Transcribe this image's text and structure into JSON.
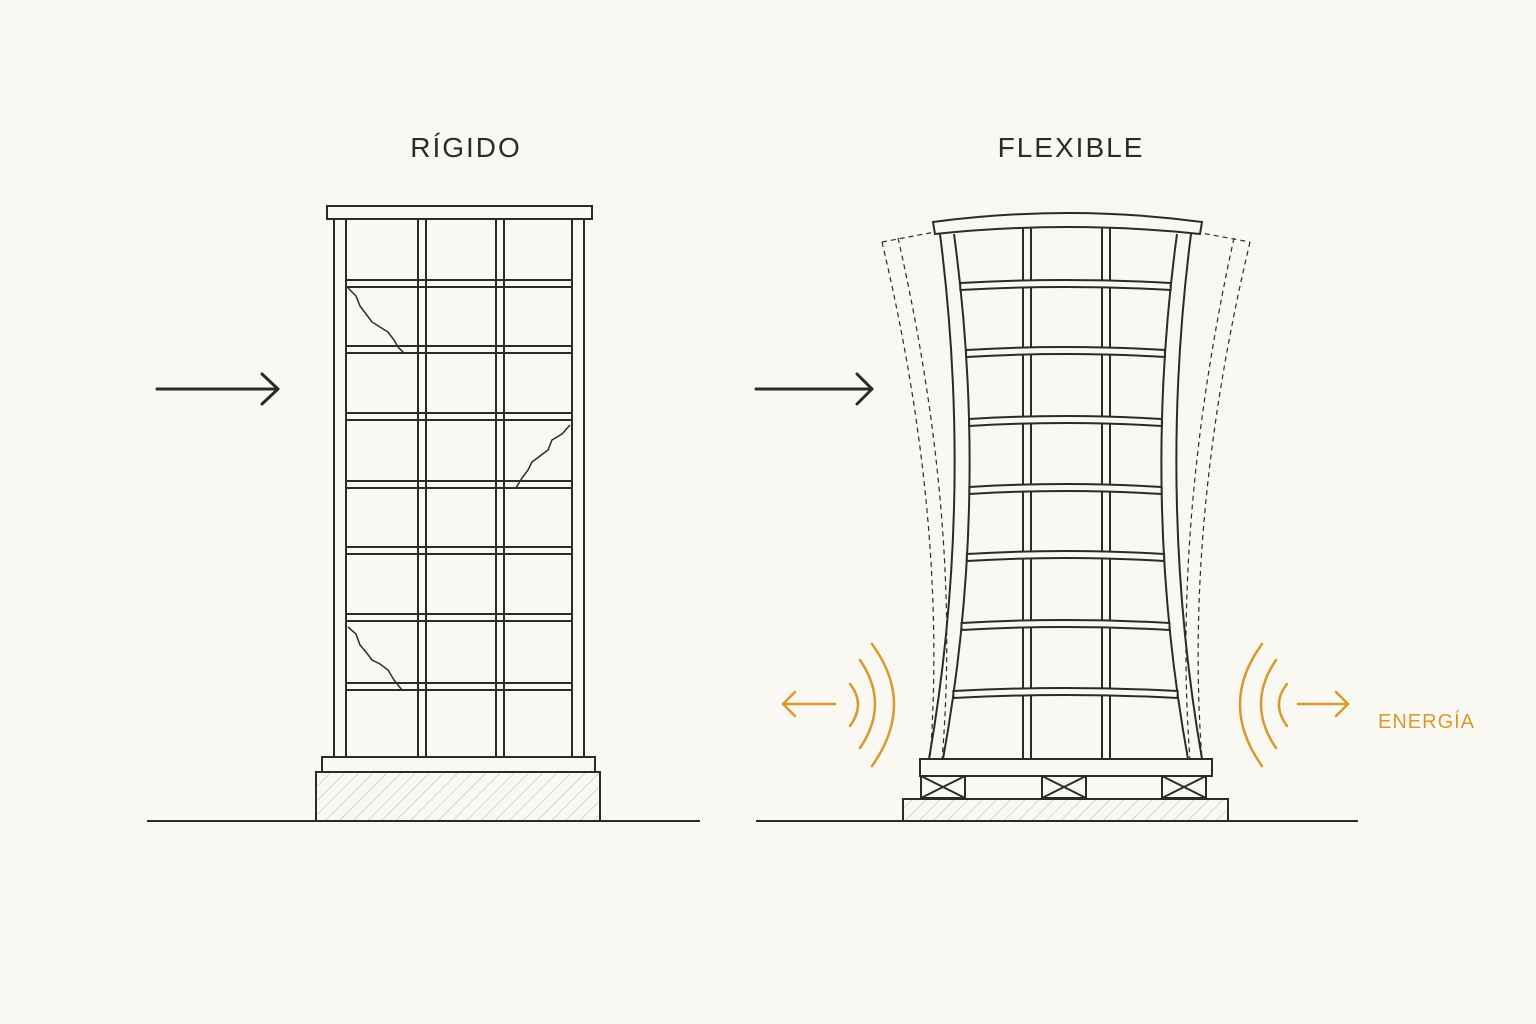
{
  "panels": {
    "rigid": {
      "title": "RÍGIDO"
    },
    "flexible": {
      "title": "FLEXIBLE",
      "energy_label": "ENERGÍA"
    }
  },
  "colors": {
    "background": "#faf8f3",
    "line": "#2b2b2b",
    "accent": "#d99a2b"
  },
  "icons": [
    "force-arrow-icon",
    "energy-wave-icon",
    "isolator-icon",
    "crack-icon"
  ]
}
